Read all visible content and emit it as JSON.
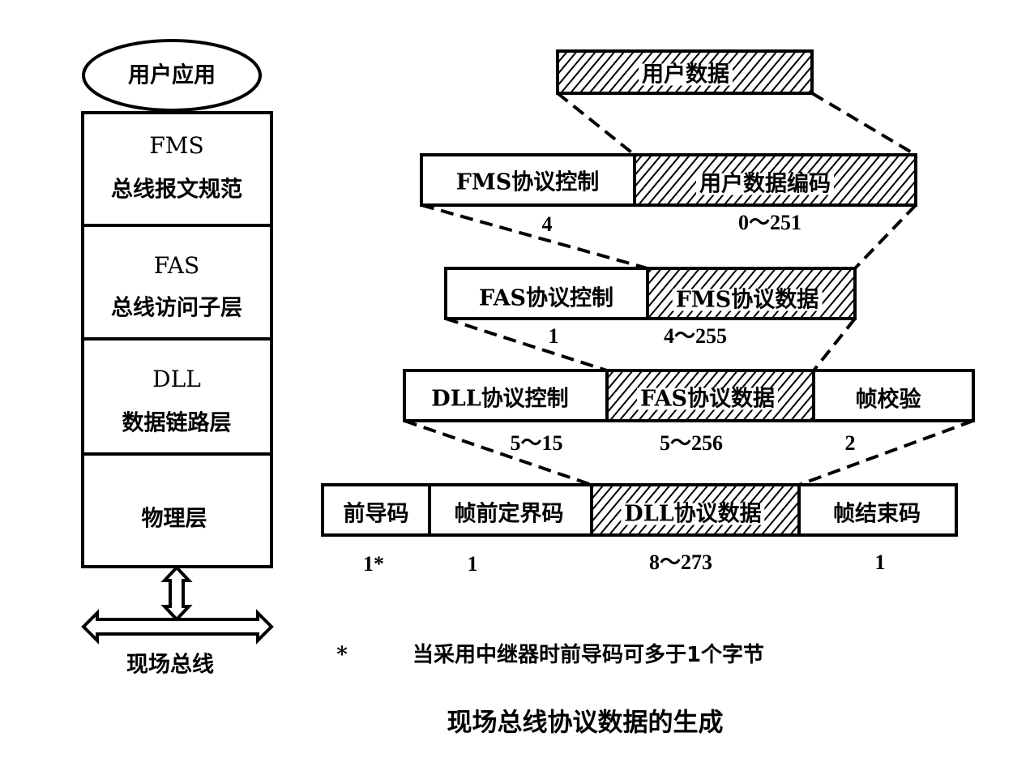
{
  "title": "现场总线协议数据的生成",
  "footnote": {
    "marker": "*",
    "text": "当采用中继器时前导码可多于1个字节"
  },
  "stack": {
    "top": "用户应用",
    "layers": [
      {
        "name": "FMS",
        "desc": "总线报文规范"
      },
      {
        "name": "FAS",
        "desc": "总线访问子层"
      },
      {
        "name": "DLL",
        "desc": "数据链路层"
      },
      {
        "name": "",
        "desc": "物理层"
      }
    ],
    "bus_label": "现场总线"
  },
  "frames": [
    {
      "level": "user",
      "fields": [
        {
          "label": "用户数据",
          "size": "",
          "hatched": true
        }
      ]
    },
    {
      "level": "FMS",
      "fields": [
        {
          "label": "FMS协议控制",
          "size": "4",
          "hatched": false
        },
        {
          "label": "用户数据编码",
          "size": "0～251",
          "hatched": true
        }
      ]
    },
    {
      "level": "FAS",
      "fields": [
        {
          "label": "FAS协议控制",
          "size": "1",
          "hatched": false
        },
        {
          "label": "FMS协议数据",
          "size": "4～255",
          "hatched": true
        }
      ]
    },
    {
      "level": "DLL",
      "fields": [
        {
          "label": "DLL协议控制",
          "size": "5～15",
          "hatched": false
        },
        {
          "label": "FAS协议数据",
          "size": "5～256",
          "hatched": true
        },
        {
          "label": "帧校验",
          "size": "2",
          "hatched": false
        }
      ]
    },
    {
      "level": "PHY",
      "fields": [
        {
          "label": "前导码",
          "size": "1*",
          "hatched": false
        },
        {
          "label": "帧前定界码",
          "size": "1",
          "hatched": false
        },
        {
          "label": "DLL协议数据",
          "size": "8～273",
          "hatched": true
        },
        {
          "label": "帧结束码",
          "size": "1",
          "hatched": false
        }
      ]
    }
  ]
}
